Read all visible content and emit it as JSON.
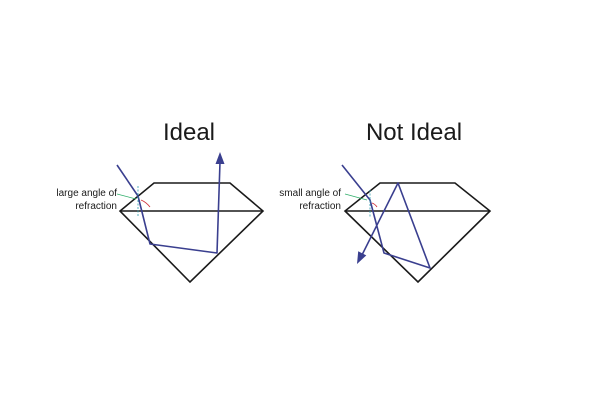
{
  "panels": {
    "ideal": {
      "title": "Ideal",
      "annotation_line1": "large angle of",
      "annotation_line2": "refraction"
    },
    "not_ideal": {
      "title": "Not Ideal",
      "annotation_line1": "small angle of",
      "annotation_line2": "refraction"
    }
  },
  "colors": {
    "outline": "#1a1a1a",
    "light_ray": "#3a3f8f",
    "normal_line": "#2f9fb0",
    "angle_mark": "#d0303a",
    "leader_line": "#2fae6a"
  }
}
